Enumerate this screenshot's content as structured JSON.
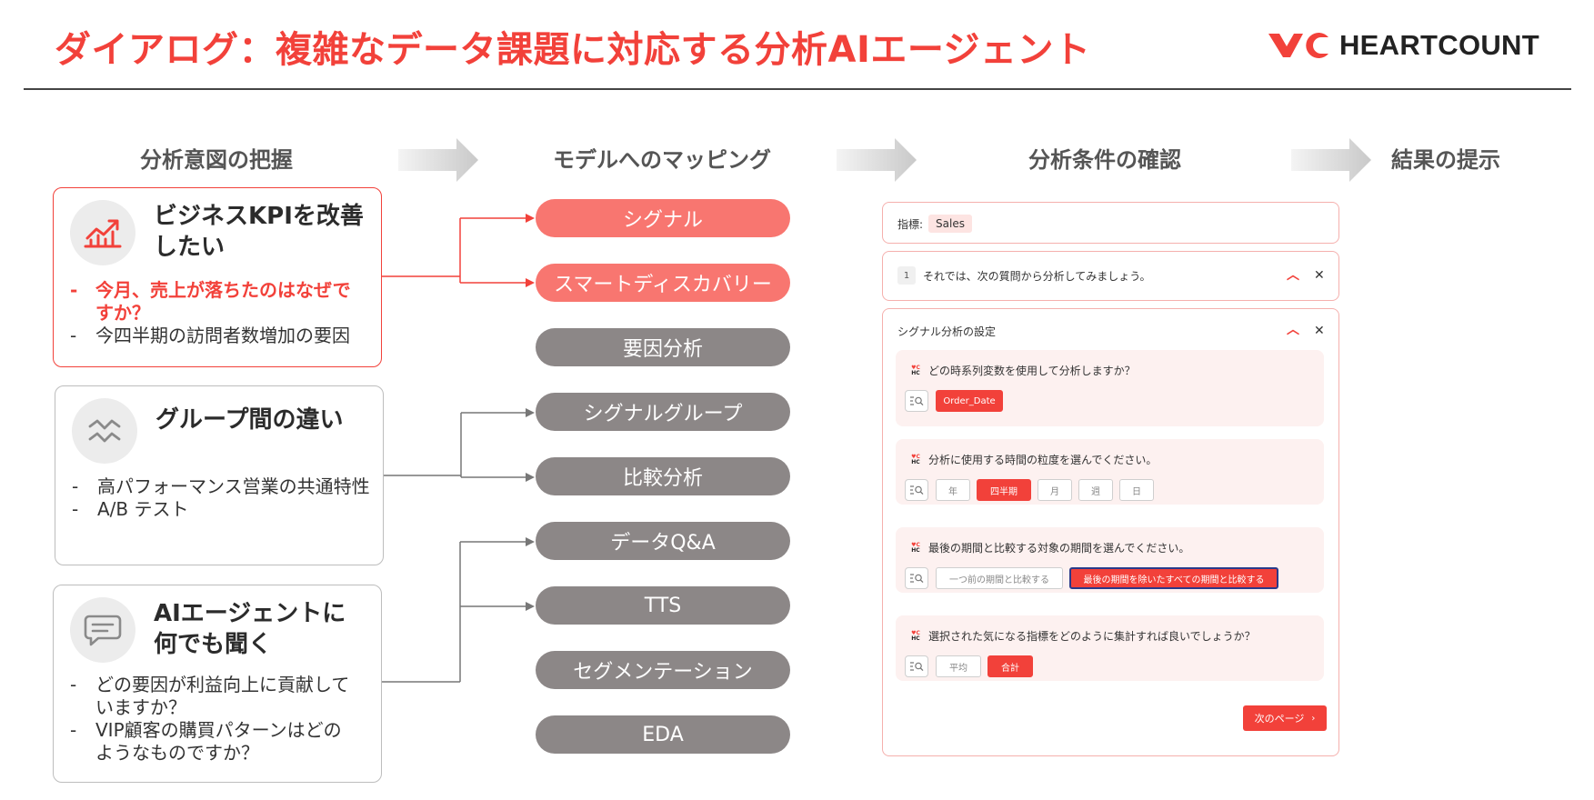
{
  "header": {
    "title": "ダイアログ：複雑なデータ課題に対応する分析AIエージェント",
    "logo_text": "HEARTCOUNT",
    "accent_color": "#f2413a"
  },
  "steps": [
    "分析意図の把握",
    "モデルへのマッピング",
    "分析条件の確認",
    "結果の提示"
  ],
  "intents": [
    {
      "icon": "chart-up-icon",
      "title_lines": [
        "ビジネスKPIを改善",
        "したい"
      ],
      "items": [
        "今月、売上が落ちたのはなぜで\nすか？",
        "今四半期の訪問者数増加の要因"
      ],
      "highlight_index": 0
    },
    {
      "icon": "wave-lines-icon",
      "title_lines": [
        "グループ間の違い"
      ],
      "items": [
        "高パフォーマンス営業の共通特性",
        "A/B テスト"
      ]
    },
    {
      "icon": "chat-bubble-icon",
      "title_lines": [
        "AIエージェントに",
        "何でも聞く"
      ],
      "items": [
        "どの要因が利益向上に貢献して\nいますか？",
        "VIP顧客の購買パターンはどの\nようなものですか？"
      ]
    }
  ],
  "models": [
    {
      "label": "シグナル",
      "highlight": true
    },
    {
      "label": "スマートディスカバリー",
      "highlight": true
    },
    {
      "label": "要因分析",
      "highlight": false
    },
    {
      "label": "シグナルグループ",
      "highlight": false
    },
    {
      "label": "比較分析",
      "highlight": false
    },
    {
      "label": "データQ&A",
      "highlight": false
    },
    {
      "label": "TTS",
      "highlight": false
    },
    {
      "label": "セグメンテーション",
      "highlight": false
    },
    {
      "label": "EDA",
      "highlight": false
    }
  ],
  "panel": {
    "metric_label": "指標:",
    "metric_value": "Sales",
    "step_number": "1",
    "step_text": "それでは、次の質問から分析してみましょう。",
    "settings_title": "シグナル分析の設定",
    "questions": [
      {
        "text": "どの時系列変数を使用して分析しますか？",
        "options": [
          "Order_Date"
        ],
        "selected": 0
      },
      {
        "text": "分析に使用する時間の粒度を選んでください。",
        "options": [
          "年",
          "四半期",
          "月",
          "週",
          "日"
        ],
        "selected": 1
      },
      {
        "text": "最後の期間と比較する対象の期間を選んでください。",
        "options": [
          "一つ前の期間と比較する",
          "最後の期間を除いたすべての期間と比較する"
        ],
        "selected": 1
      },
      {
        "text": "選択された気になる指標をどのように集計すれば良いでしょうか？",
        "options": [
          "平均",
          "合計"
        ],
        "selected": 1
      }
    ],
    "next_label": "次のページ"
  }
}
